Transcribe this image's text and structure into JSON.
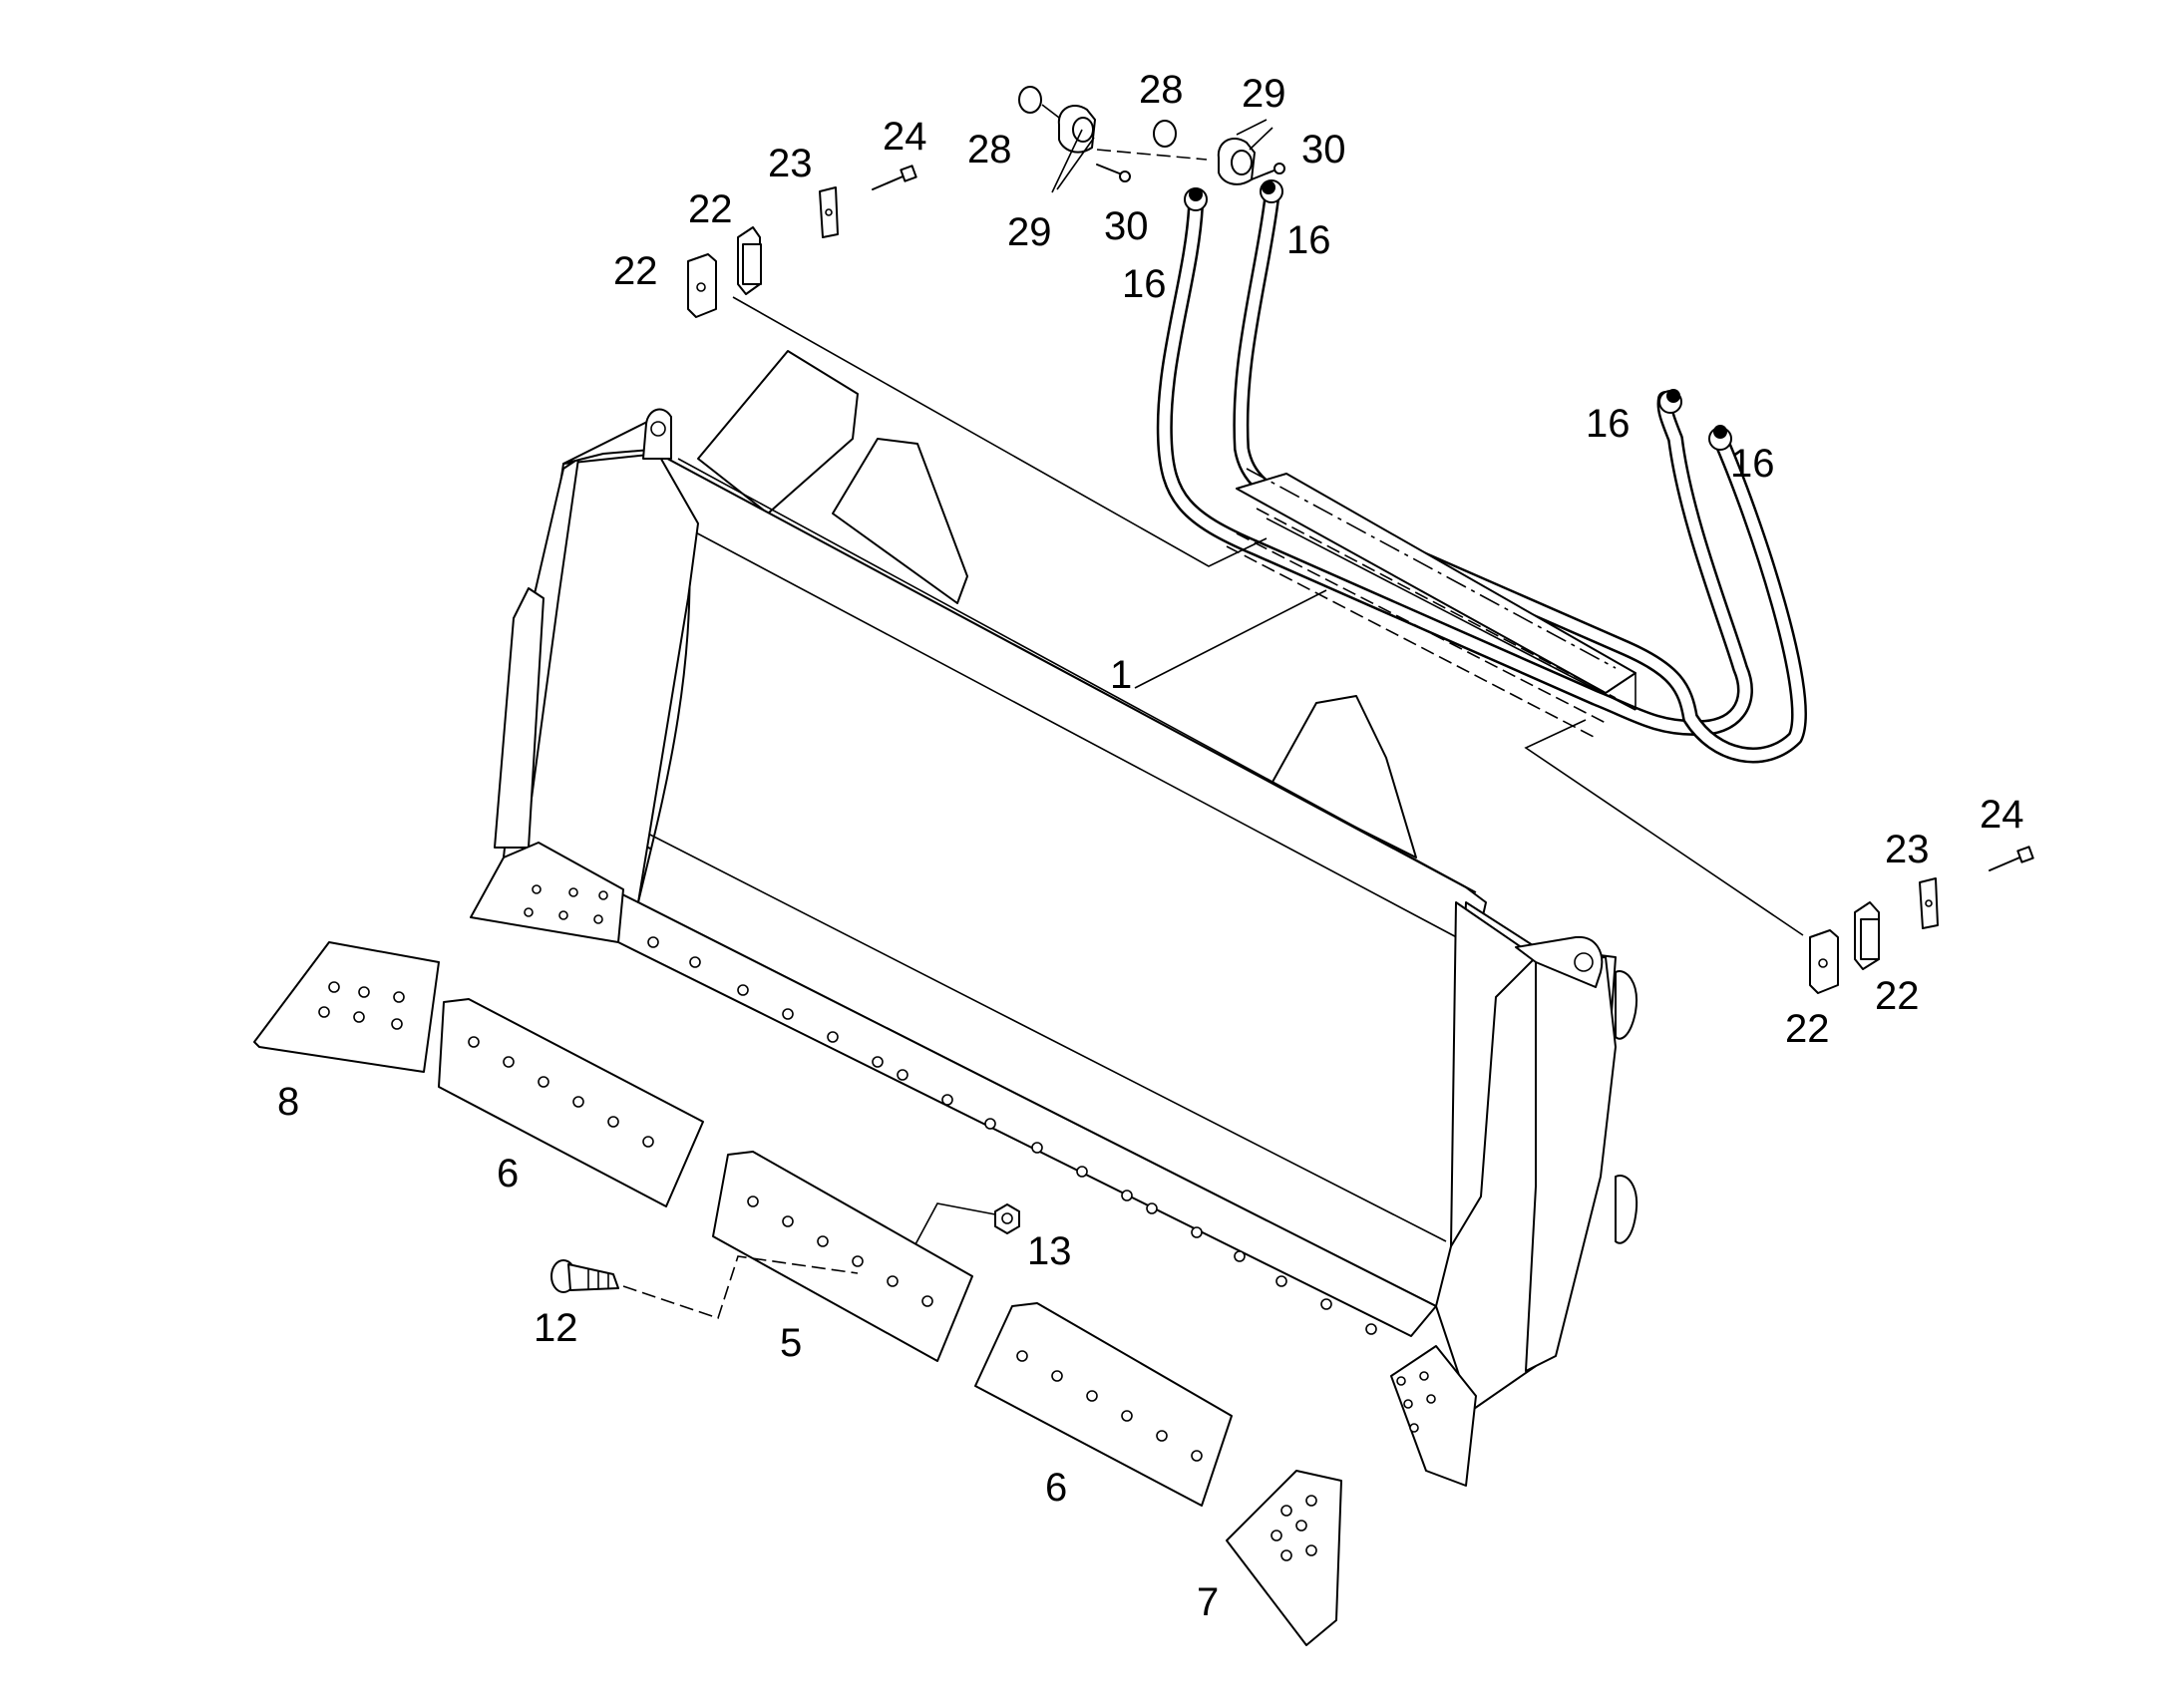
{
  "labels": {
    "bucket": "1",
    "edge_segment_center": "5",
    "edge_segment_left": "6",
    "edge_segment_right": "6",
    "corner_right": "7",
    "corner_left": "8",
    "bolt": "12",
    "nut": "13",
    "hose_a": "16",
    "hose_b": "16",
    "hose_c": "16",
    "hose_d": "16",
    "clamp_half_a": "22",
    "clamp_half_b": "22",
    "clamp_half_c": "22",
    "clamp_half_d": "22",
    "plate_left": "23",
    "plate_right": "23",
    "screw_left": "24",
    "screw_right": "24",
    "oring_left": "28",
    "oring_right": "28",
    "flange_left": "29",
    "flange_right": "29",
    "flange_screw_left": "30",
    "flange_screw_right": "30"
  },
  "colors": {
    "line": "#000000",
    "background": "#ffffff"
  }
}
